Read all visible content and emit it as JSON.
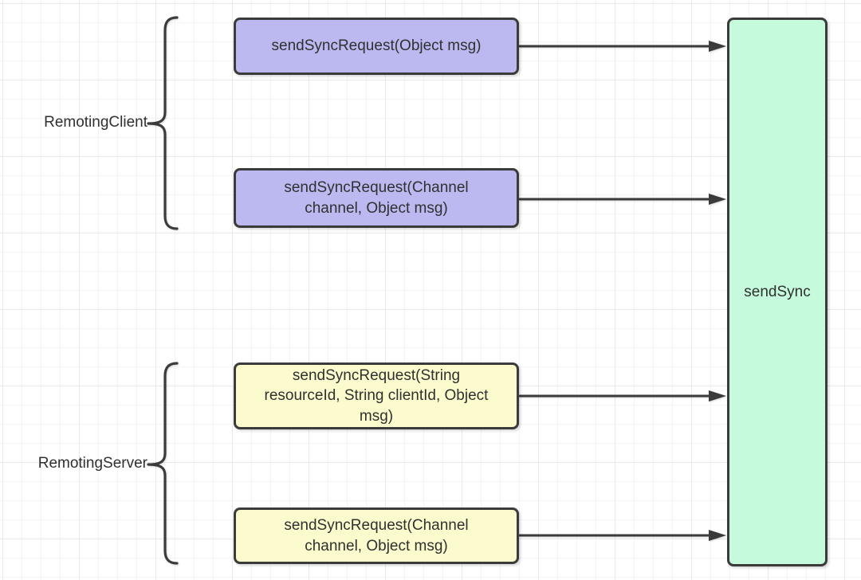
{
  "colors": {
    "client_method_fill": "#bcb9f1",
    "server_method_fill": "#fbfbcd",
    "target_fill": "#c6fadd",
    "stroke": "#3b3b3b",
    "text": "#303030",
    "grid_minor": "#f4f4f4",
    "grid_major": "#e9e9e9"
  },
  "groups": {
    "client": {
      "label": "RemotingClient"
    },
    "server": {
      "label": "RemotingServer"
    }
  },
  "client_methods": [
    {
      "label": "sendSyncRequest(Object msg)"
    },
    {
      "label": "sendSyncRequest(Channel\nchannel, Object msg)"
    }
  ],
  "server_methods": [
    {
      "label": "sendSyncRequest(String\nresourceId, String clientId, Object\nmsg)"
    },
    {
      "label": "sendSyncRequest(Channel\nchannel, Object msg)"
    }
  ],
  "target": {
    "label": "sendSync"
  }
}
